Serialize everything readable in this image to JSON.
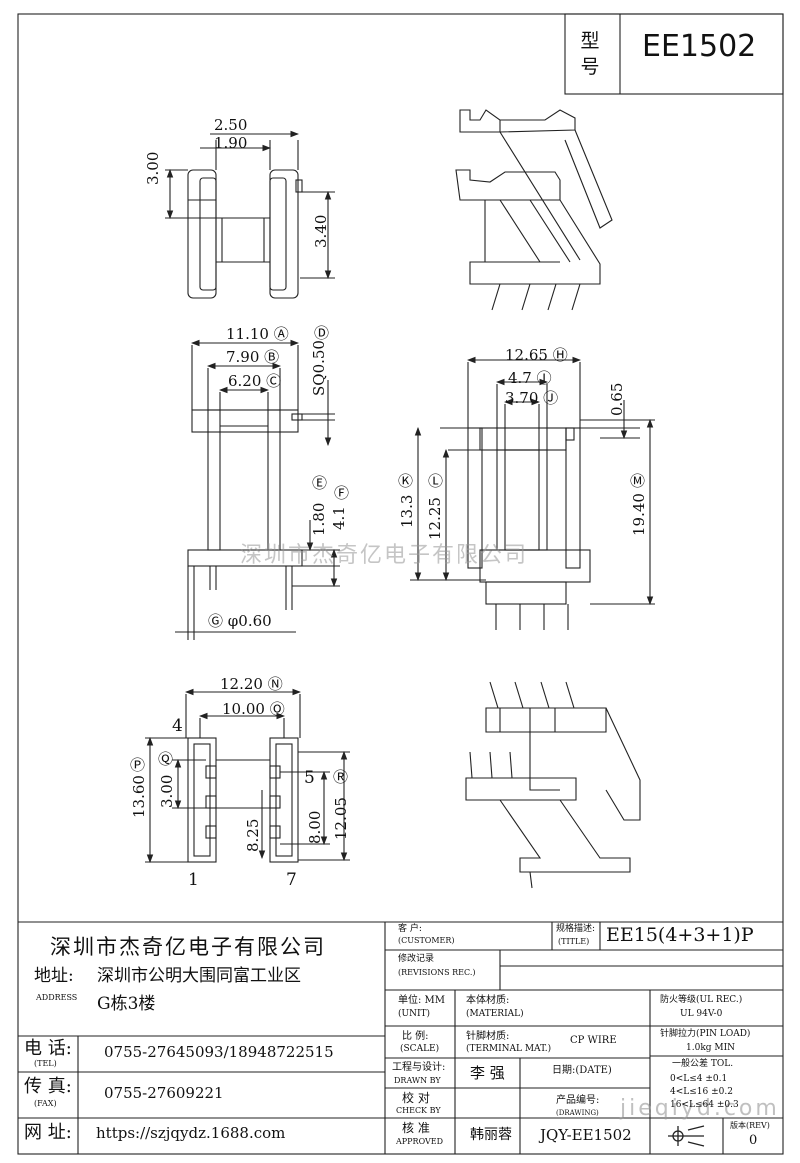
{
  "model": {
    "label": "型号",
    "value": "EE1502"
  },
  "dimensions": {
    "top": {
      "d250": "2.50",
      "d190": "1.90",
      "d300": "3.00",
      "d340": "3.40"
    },
    "middle": {
      "a": "11.10",
      "b": "7.90",
      "c": "6.20",
      "d": "SQ0.50",
      "e": "1.80",
      "f": "4.1",
      "g": "φ0.60"
    },
    "right": {
      "h": "12.65",
      "i": "4.7",
      "j": "3.70",
      "d065": "0.65",
      "k": "13.3",
      "l": "12.25",
      "m": "19.40"
    },
    "bottom": {
      "n": "12.20",
      "o": "10.00",
      "p": "13.60",
      "q": "3.00",
      "r": "12.05",
      "d825": "8.25",
      "d800": "8.00",
      "pin4": "4",
      "pin5": "5",
      "pin1": "1",
      "pin7": "7"
    }
  },
  "watermark": {
    "company": "深圳市杰奇亿电子有限公司",
    "site": "jieqiyd.com"
  },
  "company": {
    "name": "深圳市杰奇亿电子有限公司",
    "address_label": "地址:",
    "address_sub": "ADDRESS",
    "address_line1": "深圳市公明大围同富工业区",
    "address_line2": "G栋3楼",
    "tel_label": "电 话:",
    "tel_sub": "(TEL)",
    "tel": "0755-27645093/18948722515",
    "fax_label": "传 真:",
    "fax_sub": "(FAX)",
    "fax": "0755-27609221",
    "web_label": "网 址:",
    "web": "https://szjqydz.1688.com"
  },
  "title_block": {
    "customer_label": "客    户:",
    "customer_sub": "(CUSTOMER)",
    "spec_label": "规格描述:",
    "spec_sub": "(TITLE)",
    "spec_value": "EE15(4+3+1)P",
    "revisions_label": "修改记录",
    "revisions_sub": "(REVISIONS REC.)",
    "unit_label": "单位: MM",
    "unit_sub": "(UNIT)",
    "material_label": "本体材质:",
    "material_sub": "(MATERIAL)",
    "fire_label": "防火等级(UL REC.)",
    "fire_value": "UL 94V-0",
    "scale_label": "比  例:",
    "scale_sub": "(SCALE)",
    "terminal_label": "针脚材质:",
    "terminal_sub": "(TERMINAL MAT.)",
    "terminal_value": "CP WIRE",
    "pinload_label": "针脚拉力(PIN LOAD)",
    "pinload_value": "1.0kg MIN",
    "design_label": "工程与设计:",
    "design_sub": "DRAWN BY",
    "design_value": "李 强",
    "date_label": "日期:(DATE)",
    "tol_label": "一般公差 TOL.",
    "tol1": "0<L≤4   ±0.1",
    "tol2": "4<L≤16  ±0.2",
    "tol3": "16<L≤64 ±0.3",
    "check_label": "校  对",
    "check_sub": "CHECK BY",
    "prodno_label": "产品编号:",
    "prodno_sub": "(DRAWING)",
    "approve_label": "核  准",
    "approve_sub": "APPROVED",
    "approve_value": "韩丽蓉",
    "drawing_no": "JQY-EE1502",
    "rev_label": "版本(REV)",
    "rev_value": "0"
  }
}
